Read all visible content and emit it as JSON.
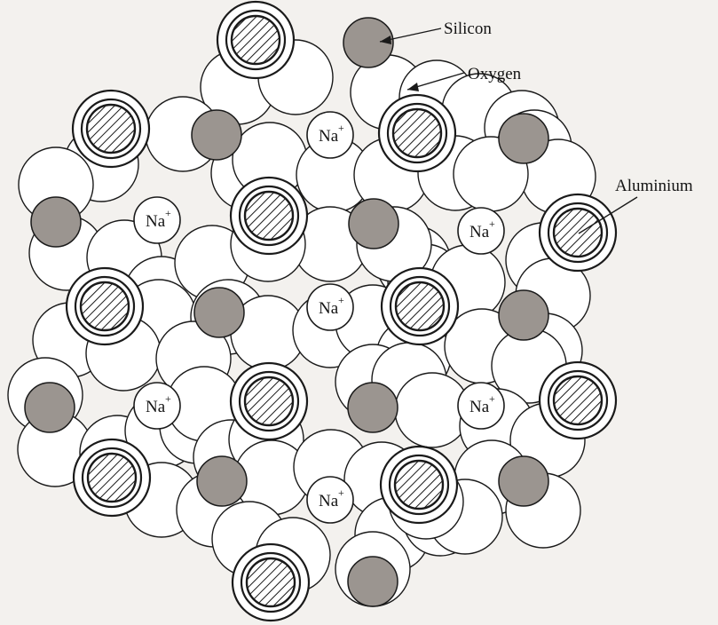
{
  "labels": {
    "silicon": "Silicon",
    "oxygen": "Oxygen",
    "aluminium": "Aluminium"
  },
  "ion": {
    "symbol": "Na",
    "charge": "+"
  },
  "colors": {
    "outline": "#1a1a1a",
    "shaded_ring": "#9b9590",
    "background": "#f3f1ee",
    "ion_fill": "#ffffff"
  }
}
